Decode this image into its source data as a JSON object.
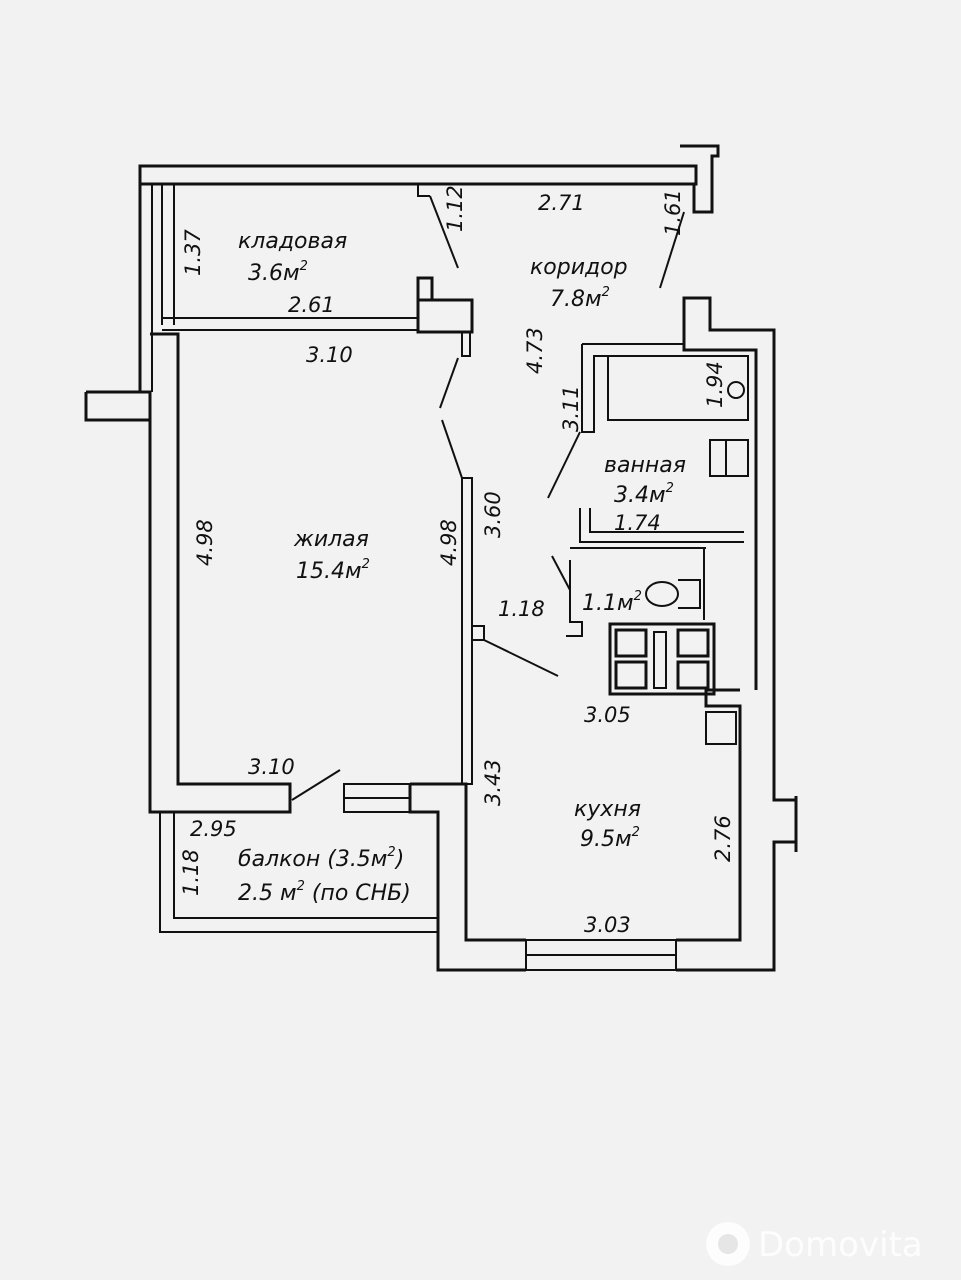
{
  "rooms": {
    "storage": {
      "name": "кладовая",
      "area": "3.6м",
      "sup": "2"
    },
    "corridor": {
      "name": "коридор",
      "area": "7.8м",
      "sup": "2"
    },
    "bathroom": {
      "name": "ванная",
      "area": "3.4м",
      "sup": "2"
    },
    "wc": {
      "area": "1.1м",
      "sup": "2"
    },
    "living": {
      "name": "жилая",
      "area": "15.4м",
      "sup": "2"
    },
    "kitchen": {
      "name": "кухня",
      "area": "9.5м",
      "sup": "2"
    },
    "balcony": {
      "name_prefix": "балкон (3.5м",
      "name_sup": "2",
      "name_suffix": ")",
      "area_prefix": "2.5 м",
      "area_sup": "2",
      "area_suffix": " (по СНБ)"
    }
  },
  "dimensions": {
    "storage_height": "1.37",
    "storage_width": "2.61",
    "corridor_top": "2.71",
    "corridor_door_left": "1.12",
    "corridor_door_right": "1.61",
    "corridor_length": "4.73",
    "living_top": "3.10",
    "living_left": "4.98",
    "living_right": "4.98",
    "living_bottom": "3.10",
    "hall_lower": "3.60",
    "bath_left": "3.11",
    "bath_right": "1.94",
    "bath_bottom": "1.74",
    "passage": "1.18",
    "kitchen_top": "3.05",
    "kitchen_left": "3.43",
    "kitchen_right": "2.76",
    "kitchen_bottom": "3.03",
    "balcony_width": "2.95",
    "balcony_depth": "1.18"
  },
  "watermark": {
    "text": "Domovita"
  }
}
